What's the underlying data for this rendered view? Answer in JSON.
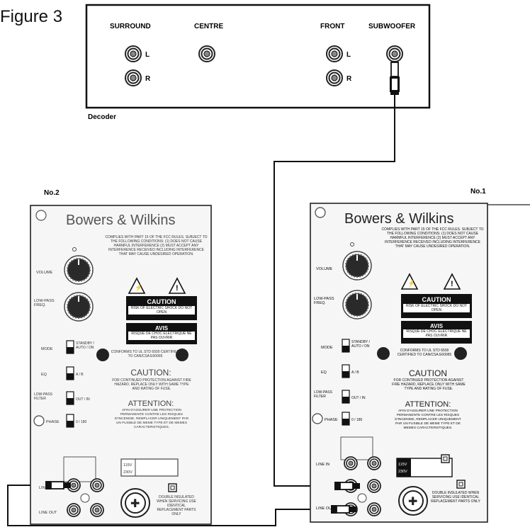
{
  "figure_label": "Figure 3",
  "decoder": {
    "label": "Decoder",
    "groups": {
      "surround": "SURROUND",
      "centre": "CENTRE",
      "front": "FRONT",
      "subwoofer": "SUBWOOFER"
    },
    "channel_left": "L",
    "channel_right": "R"
  },
  "subwoofers": [
    {
      "number_label": "No.2",
      "brand": "Bowers & Wilkins",
      "compliance_text": "COMPLIES WITH PART 15 OF THE FCC RULES. SUBJECT TO THE FOLLOWING CONDITIONS: (1) DOES NOT CAUSE HARMFUL INTERFERENCE (2) MUST ACCEPT ANY INTERFERENCE RECEIVED INCLUDING INTERFERENCE THAT MAY CAUSE UNDESIRED OPERATION.",
      "knob_volume": "VOLUME",
      "knob_lowpass": "LOW-PASS FREQ.",
      "caution_box_title": "CAUTION",
      "caution_box_text": "RISK OF ELECTRIC SHOCK DO NOT OPEN",
      "avis_title": "AVIS",
      "avis_text": "RISQUE DE CHOC ELECTRIQUE NE PAS OUVRIR",
      "mode_label": "MODE",
      "mode_options": "STANDBY / AUTO / ON",
      "eq_label": "EQ",
      "eq_options": "A / B",
      "lowpass_filter_label": "LOW-PASS FILTER",
      "lowpass_filter_options": "OUT / IN",
      "phase_label": "PHASE",
      "phase_options": "0 / 180",
      "conforms_text": "CONFORMS TO UL STD 6500 CERTIFIED TO CAN/CSA E60065",
      "caution_heading": "CAUTION:",
      "caution_body": "FOR CONTINUED PROTECTION AGAINST FIRE HAZARD, REPLACE ONLY WITH SAME TYPE AND RATING OF FUSE.",
      "attention_heading": "ATTENTION:",
      "attention_body": "AFIN D'ASSURER UNE PROTECTION PERMANENTE CONTRE LES RISQUES D'INCENDIE, REMPLACER UNIQUEMENT PAR UN FUSIBLE DE MEME TYPE ET DE MEMES CARACTERISTIQUES.",
      "line_in_label": "LINE IN",
      "line_out_label": "LINE OUT",
      "voltage_1": "115V",
      "voltage_2": "230V",
      "double_insulated_text": "DOUBLE INSULATED WHEN SERVICING USE IDENTICAL REPLACEMENT PARTS ONLY"
    },
    {
      "number_label": "No.1",
      "brand": "Bowers & Wilkins",
      "compliance_text": "COMPLIES WITH PART 15 OF THE FCC RULES. SUBJECT TO THE FOLLOWING CONDITIONS: (1) DOES NOT CAUSE HARMFUL INTERFERENCE (2) MUST ACCEPT ANY INTERFERENCE RECEIVED INCLUDING INTERFERENCE THAT MAY CAUSE UNDESIRED OPERATION.",
      "knob_volume": "VOLUME",
      "knob_lowpass": "LOW-PASS FREQ.",
      "caution_box_title": "CAUTION",
      "caution_box_text": "RISK OF ELECTRIC SHOCK DO NOT OPEN",
      "avis_title": "AVIS",
      "avis_text": "RISQUE DE CHOC ELECTRIQUE NE PAS OUVRIR",
      "mode_label": "MODE",
      "mode_options": "STANDBY / AUTO / ON",
      "eq_label": "EQ",
      "eq_options": "A / B",
      "lowpass_filter_label": "LOW-PASS FILTER",
      "lowpass_filter_options": "OUT / IN",
      "phase_label": "PHASE",
      "phase_options": "0 / 180",
      "conforms_text": "CONFORMS TO UL STD 6500 CERTIFIED TO CAN/CSA E60065",
      "caution_heading": "CAUTION",
      "caution_body": "FOR CONTINUED PROTECTION AGAINST FIRE HAZARD, REPLACE ONLY WITH SAME TYPE AND RATING OF FUSE.",
      "attention_heading": "ATTENTION:",
      "attention_body": "AFIN D'ASSURER UNE PROTECTION PERMANENTE CONTRE LES RISQUES D'INCENDIE, REMPLACER UNIQUEMENT PAR UN FUSIBLE DE MEME TYPE ET DE MEMES CARACTERISTIQUES.",
      "line_in_label": "LINE IN",
      "line_out_label": "LINE OUT",
      "voltage_1": "115V",
      "voltage_2": "230V",
      "double_insulated_text": "DOUBLE INSULATED WHEN SERVICING USE IDENTICAL REPLACEMENT PARTS ONLY"
    }
  ]
}
